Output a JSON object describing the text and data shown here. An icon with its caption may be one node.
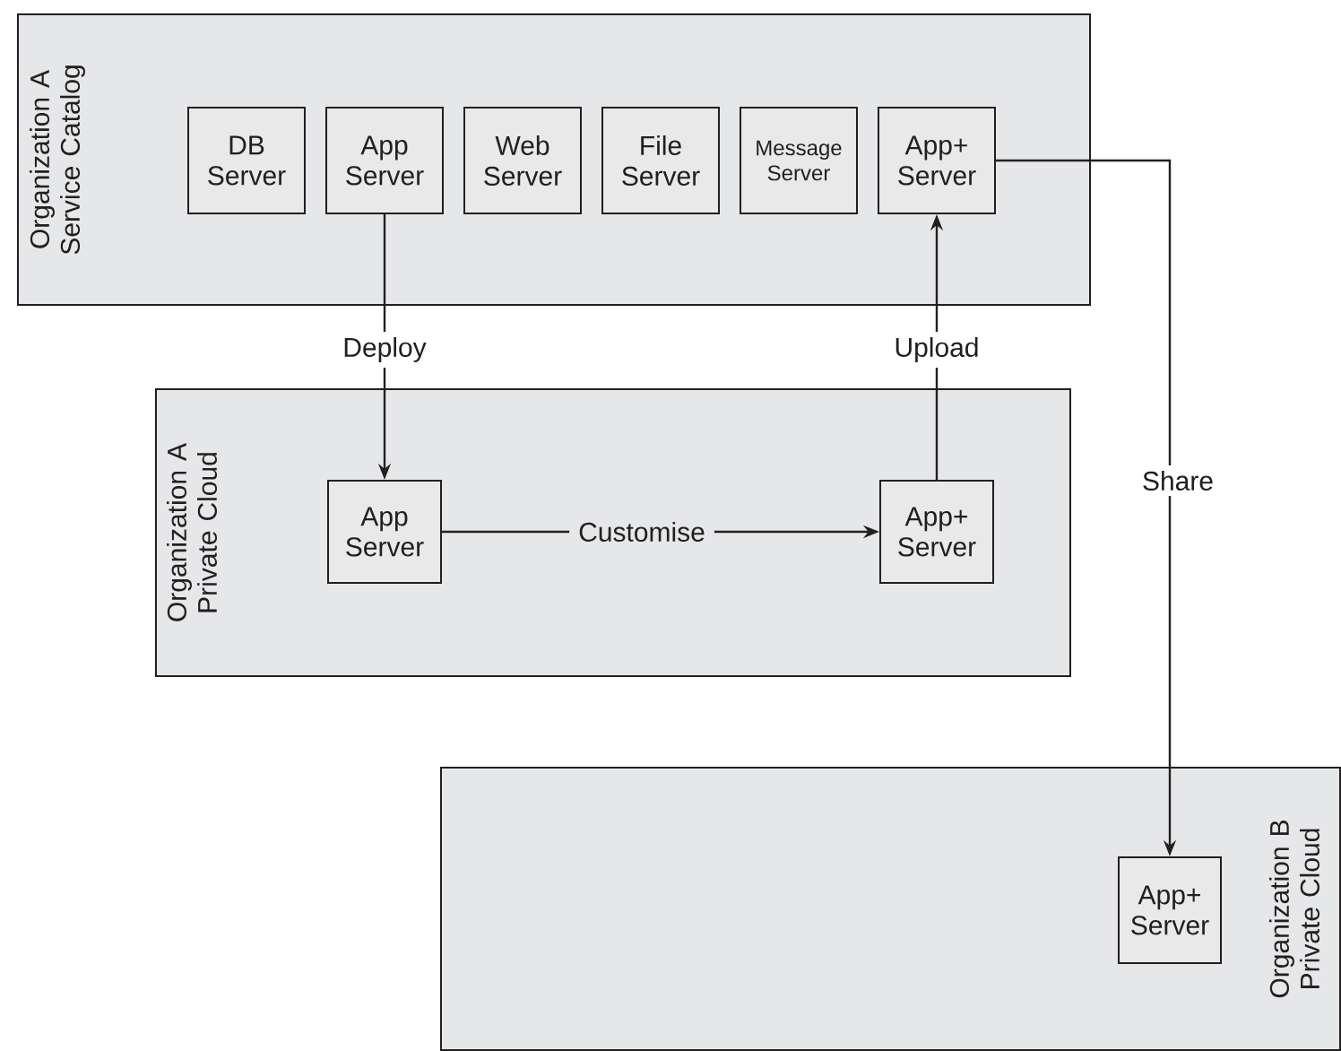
{
  "diagram": {
    "nodes": [
      {
        "text": [
          "Organization A Service Catalog"
        ]
      },
      {
        "text": [
          "DB Server"
        ],
        "in": 0
      },
      {
        "text": [
          "App Server"
        ],
        "in": 0
      },
      {
        "text": [
          "Web Server"
        ],
        "in": 0
      },
      {
        "text": [
          "File Server"
        ],
        "in": 0
      },
      {
        "text": [
          "Message Server"
        ],
        "in": 0
      },
      {
        "text": [
          "App+ Server"
        ],
        "in": 0
      },
      {
        "text": [
          "Organization A Private Cloud"
        ]
      },
      {
        "text": [
          "App Server"
        ],
        "in": 7
      },
      {
        "text": [
          "App+ Server"
        ],
        "in": 7
      },
      {
        "text": [
          "Organization B Private Cloud"
        ]
      },
      {
        "text": [
          "App+ Server"
        ],
        "in": 10
      }
    ],
    "edges": [
      {
        "from": 2,
        "to": 8,
        "arrow": "to",
        "label": "Deploy"
      },
      {
        "from": 8,
        "to": 9,
        "arrow": "to",
        "label": "Customise"
      },
      {
        "from": 9,
        "to": 6,
        "arrow": "to",
        "label": "Upload"
      },
      {
        "from": 6,
        "to": 11,
        "arrow": "to",
        "label": "Share"
      }
    ]
  }
}
